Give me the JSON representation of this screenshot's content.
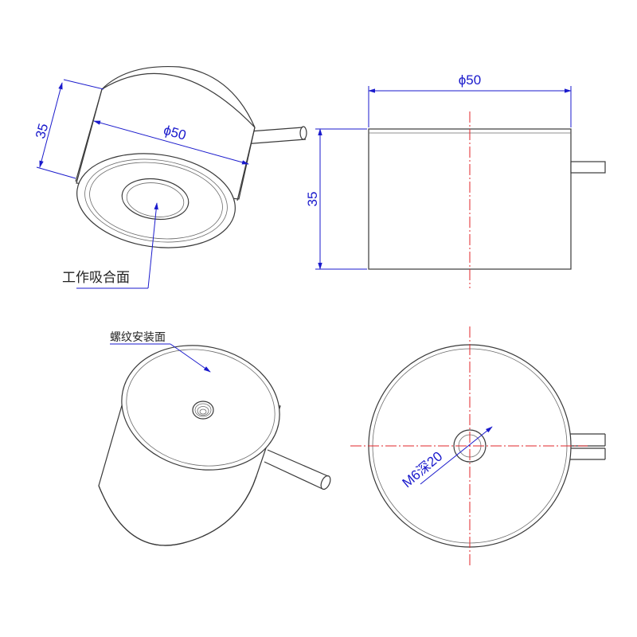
{
  "drawing": {
    "title": "",
    "line_colors": {
      "outline": "#3a3a3a",
      "dimension": "#1a1acc",
      "centerline": "#e0262a"
    }
  },
  "views": {
    "iso_bottom": {
      "height_dim": "35",
      "diameter_dim": "ϕ50",
      "callout": "工作吸合面"
    },
    "side": {
      "diameter_dim": "ϕ50",
      "height_dim": "35"
    },
    "iso_top": {
      "callout": "螺纹安装面"
    },
    "top": {
      "thread_dim": "M6深20"
    }
  }
}
